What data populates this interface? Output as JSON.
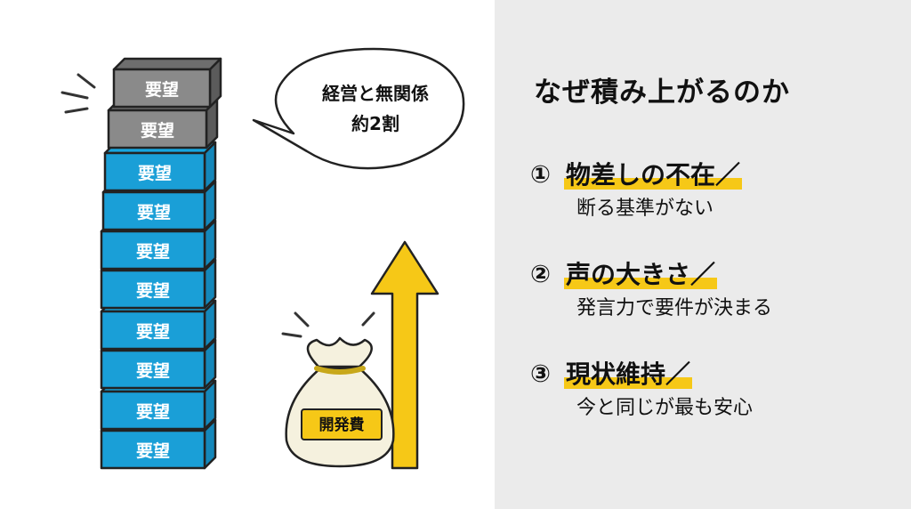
{
  "illustration": {
    "box_label": "要望",
    "box_count": 10,
    "gray_box_count": 2,
    "bubble": {
      "line1": "経営と無関係",
      "line2": "約2割"
    },
    "bag_label": "開発費",
    "colors": {
      "gray_box": "#8a8a8a",
      "blue_box": "#1a9fd7",
      "arrow": "#f6c817",
      "bag": "#f5f1de"
    }
  },
  "panel": {
    "heading": "なぜ積み上がるのか",
    "reasons": [
      {
        "num": "①",
        "title": "物差しの不在",
        "slash": "／",
        "sub": "断る基準がない"
      },
      {
        "num": "②",
        "title": "声の大きさ",
        "slash": "／",
        "sub": "発言力で要件が決まる"
      },
      {
        "num": "③",
        "title": "現状維持",
        "slash": "／",
        "sub": "今と同じが最も安心"
      }
    ],
    "colors": {
      "background": "#ebebeb",
      "highlight": "#f6c817"
    }
  }
}
